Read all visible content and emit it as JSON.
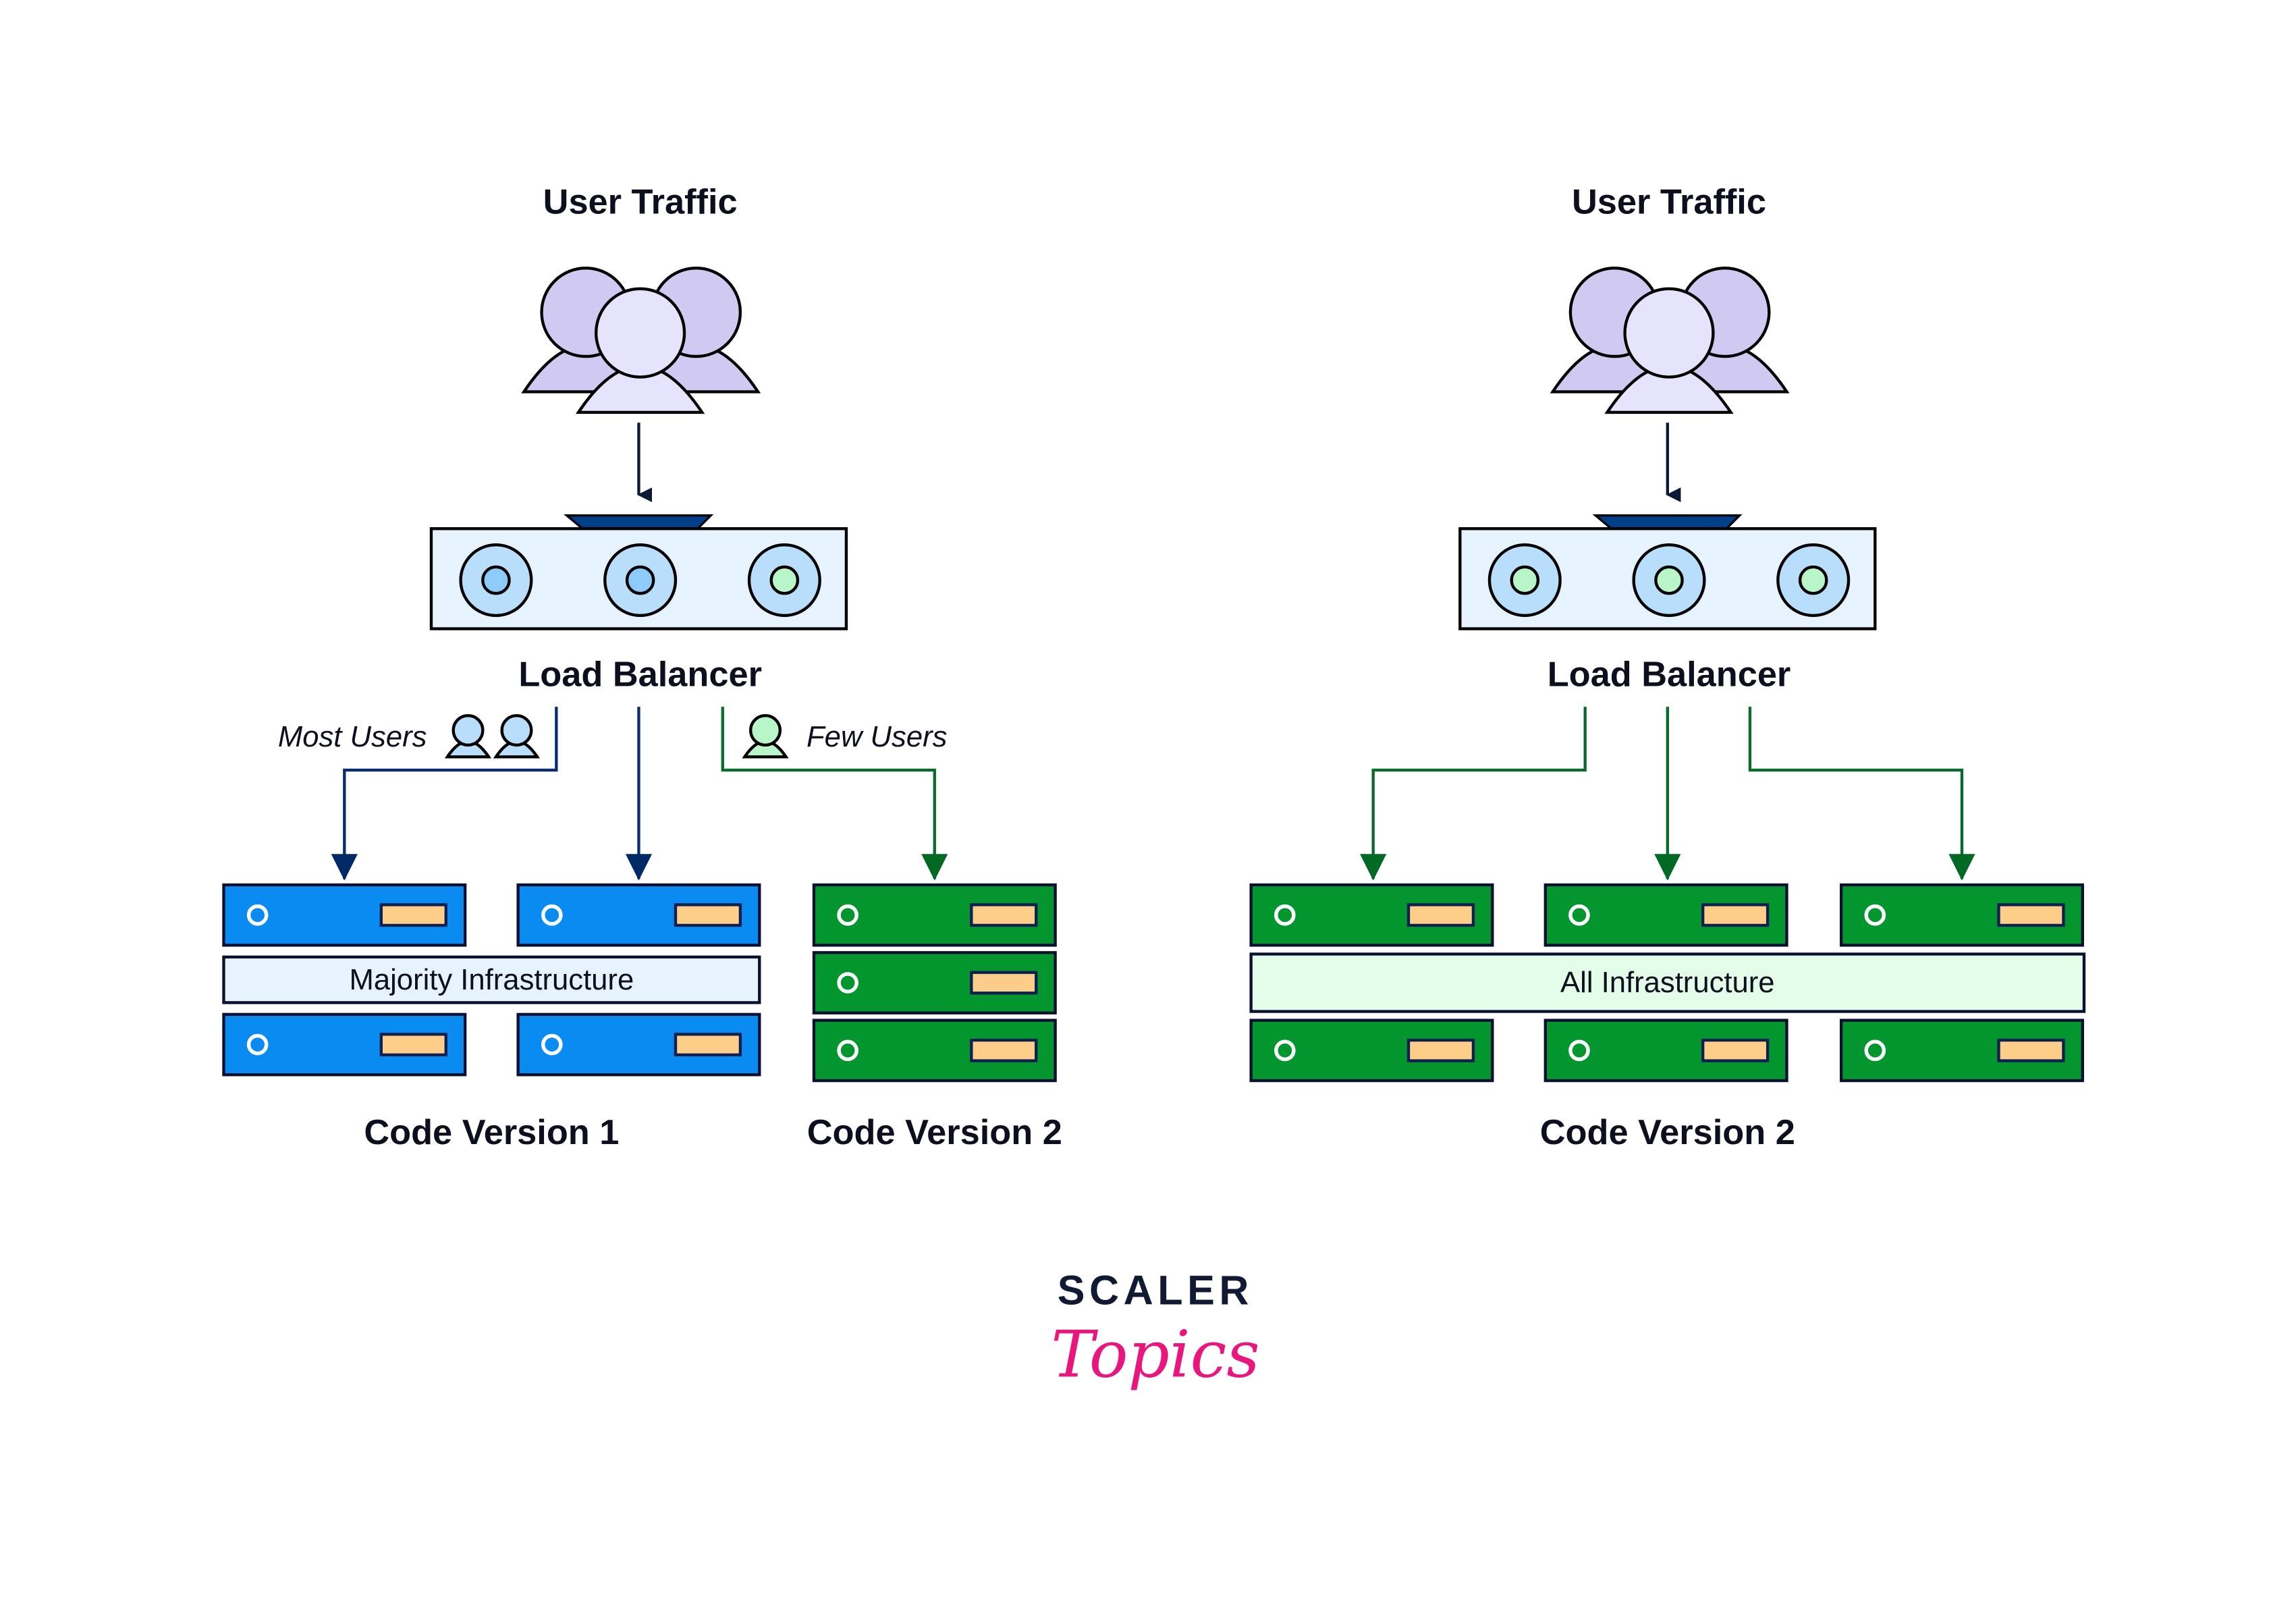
{
  "left": {
    "user_traffic": "User Traffic",
    "load_balancer": "Load Balancer",
    "most_users": "Most Users",
    "few_users": "Few Users",
    "majority_infrastructure": "Majority Infrastructure",
    "code_version_1": "Code Version 1",
    "code_version_2": "Code Version 2"
  },
  "right": {
    "user_traffic": "User Traffic",
    "load_balancer": "Load Balancer",
    "all_infrastructure": "All Infrastructure",
    "code_version_2": "Code Version 2"
  },
  "logo": {
    "line1": "SCALER",
    "line2": "Topics"
  },
  "colors": {
    "version1_server": "#0a8bf2",
    "version2_server": "#03962f",
    "server_slot": "#fdcd8a",
    "load_balancer_fill": "#e6f3fe",
    "blue_route": "#0a2d6e",
    "green_route": "#0a6b2a",
    "user_back": "#d0caf2",
    "user_front": "#e6e4fc",
    "logo_pink": "#e8177d"
  },
  "icons": [
    "users-group-icon",
    "load-balancer-icon",
    "server-icon",
    "user-icon",
    "arrow-down-icon"
  ]
}
